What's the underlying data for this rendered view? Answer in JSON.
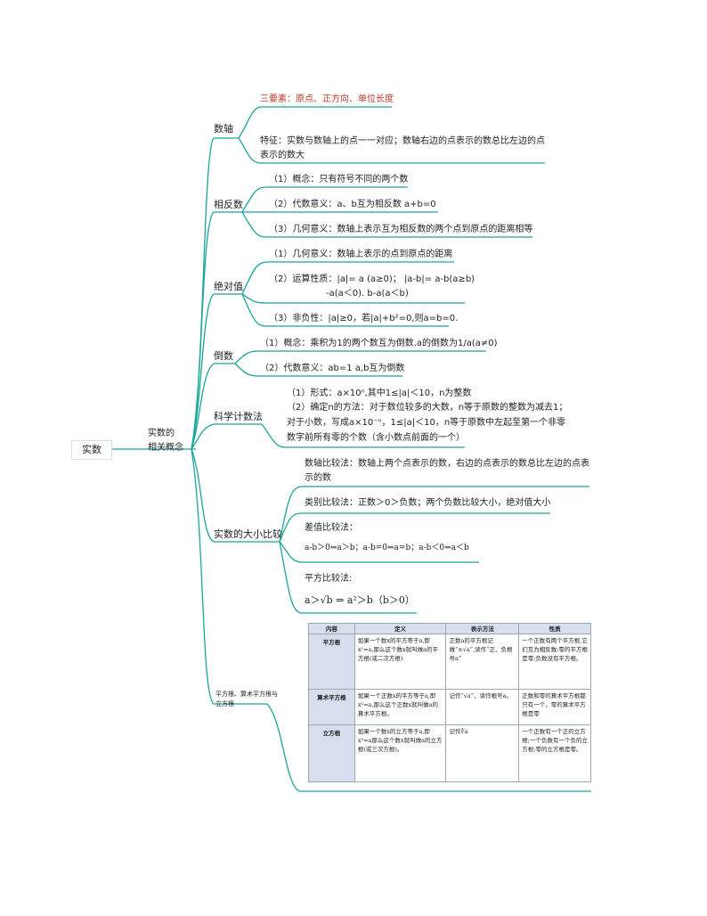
{
  "root": "实数",
  "branch": {
    "line1": "实数的",
    "line2": "相关概念"
  },
  "topics": {
    "number_line": {
      "title": "数轴",
      "three_elements": "三要素：原点、正方向、单位长度",
      "feature": "特征：实数与数轴上的点一一对应；数轴右边的点表示的数总比左边的点表示的数大"
    },
    "opposite": {
      "title": "相反数",
      "items": [
        "（1）概念：只有符号不同的两个数",
        "（2）代数意义：a、b互为相反数  a+b=0",
        "（3）几何意义：数轴上表示互为相反数的两个点到原点的距离相等"
      ]
    },
    "absolute": {
      "title": "绝对值",
      "item1": "（1）几何意义：数轴上表示的点到原点的距离",
      "item2_line1": "（2）运算性质：|a|= a (a≥0)；  |a-b|= a-b(a≥b)",
      "item2_line2": "-a(a＜0).            b-a(a＜b)",
      "item3": "（3）非负性：|a|≥0，若|a|+b²=0,则a=b=0."
    },
    "reciprocal": {
      "title": "倒数",
      "item1": "（1）概念：乘积为1的两个数互为倒数.a的倒数为1/a(a≠0)",
      "item2": "（2）代数意义：ab=1 a,b互为倒数"
    },
    "scientific": {
      "title": "科学计数法",
      "lines": [
        "（1）形式：a×10ⁿ,其中1≤|a|＜10，n为整数",
        "（2）确定n的方法：对于数位较多的大数，n等于原数的整数为减去1；",
        "对于小数，写成a×10⁻ⁿ，1≤|a|＜10，n等于原数中左起至第一个非零",
        "数字前所有零的个数（含小数点前面的一个）"
      ]
    },
    "compare": {
      "title": "实数的大小比较",
      "number_line_method": "数轴比较法：数轴上两个点表示的数，右边的点表示的数总比左边的点表示的数",
      "category_method": "类别比较法：正数＞0＞负数；两个负数比较大小，绝对值大小",
      "difference_title": "差值比较法：",
      "difference_formula": "a-b＞0⇔a＞b；a-b=0⇔a=b；a-b＜0⇔a＜b",
      "square_title": "平方比较法:",
      "square_formula": "a＞√b ⇒ a²＞b（b＞0）"
    },
    "roots": {
      "title": "平方根、算术平方根与立方根",
      "table": {
        "headers": [
          "内容",
          "定义",
          "表示方法",
          "性质"
        ],
        "rows": [
          {
            "name": "平方根",
            "definition": "如果一个数x的平方等于a,即x²=a,那么这个数x就叫做a的平方根(或二次方根)",
            "notation": "正数a的平方根记做“±√a”,读作“正、负根号a”",
            "property": "一个正数有两个平方根,它们互为相反数;零的平方根是零;负数没有平方根。"
          },
          {
            "name": "算术平方根",
            "definition": "如果一个正数x的平方等于a,即x²=a,那么这个正数x就叫做a的算术平方根。",
            "notation": "记作“√a”，读作根号a。",
            "property": "正数和零的算术平方根都只有一个，零的算术平方根是零"
          },
          {
            "name": "立方根",
            "definition": "如果一个数x的立方等于a,即x³=a那么这个数x就叫做a的立方根(或三次方根)。",
            "notation": "记作∛a",
            "property": "一个正数有一个正的立方根;一个负数有一个负的立方根;零的立方根是零。"
          }
        ]
      }
    }
  },
  "colors": {
    "line": "#1aa59a",
    "accent": "#c0392b",
    "table_header": "#d7dfee"
  }
}
